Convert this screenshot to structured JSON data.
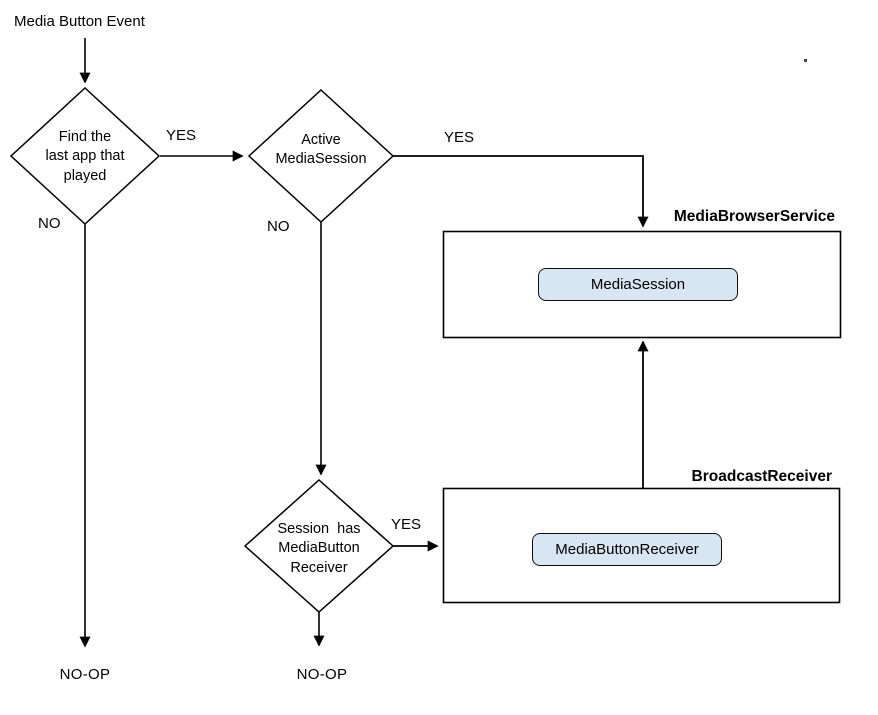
{
  "diagram": {
    "start_label": "Media Button Event",
    "noop_left": "NO-OP",
    "noop_right": "NO-OP"
  },
  "decisions": {
    "find_last_app": {
      "line1": "Find the",
      "line2": "last app that",
      "line3": "played",
      "yes": "YES",
      "no": "NO"
    },
    "active_mediasession": {
      "line1": "Active",
      "line2": "MediaSession",
      "yes": "YES",
      "no": "NO"
    },
    "session_has_receiver": {
      "line1": "Session  has",
      "line2": "MediaButton",
      "line3": "Receiver",
      "yes": "YES"
    }
  },
  "containers": {
    "media_browser_service": {
      "label": "MediaBrowserService",
      "node": "MediaSession"
    },
    "broadcast_receiver": {
      "label": "BroadcastReceiver",
      "node": "MediaButtonReceiver"
    }
  },
  "colors": {
    "node_fill": "#d8e5f3",
    "node_border": "#0f0f0f",
    "line": "#000000",
    "background": "#ffffff"
  }
}
